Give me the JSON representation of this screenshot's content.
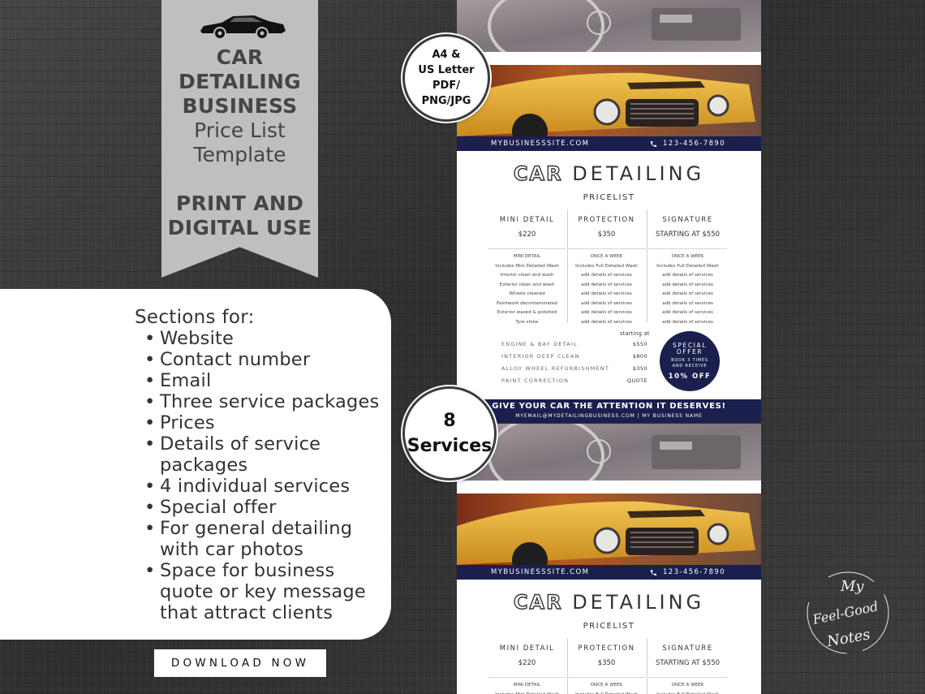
{
  "ribbon": {
    "line1": "CAR",
    "line2": "DETAILING",
    "line3": "BUSINESS",
    "line4": "Price List",
    "line5": "Template",
    "line6": "PRINT AND",
    "line7": "DIGITAL USE",
    "icon": "car-icon"
  },
  "sections": {
    "heading": "Sections for:",
    "items": [
      [
        "Website"
      ],
      [
        "Contact number"
      ],
      [
        "Email"
      ],
      [
        "Three service packages"
      ],
      [
        "Prices"
      ],
      [
        "Details of service",
        "packages"
      ],
      [
        "4 individual services"
      ],
      [
        "Special offer"
      ],
      [
        "For general detailing",
        "with car photos"
      ],
      [
        "Space for business",
        "quote or key message",
        "that attract clients"
      ]
    ]
  },
  "download_label": "DOWNLOAD NOW",
  "badge_format": {
    "line1": "A4 &",
    "line2": "US Letter",
    "line3": "PDF/",
    "line4": "PNG/JPG"
  },
  "badge_services": {
    "line1": "8",
    "line2": "Services"
  },
  "flyer": {
    "website": "MYBUSINESSSITE.COM",
    "phone": "123-456-7890",
    "title_bold": "CAR",
    "title_light": "DETAILING",
    "subtitle": "PRICELIST",
    "packages": [
      {
        "name": "MINI DETAIL",
        "price": "$220",
        "details": [
          "MINI DETAIL",
          "Includes Mini Detailed Wash",
          "Interior clean and wash",
          "Exterior clean and wash",
          "Wheels cleaned",
          "Paintwork decontaminated",
          "Exterior waxed & polished",
          "Tyre shine"
        ]
      },
      {
        "name": "PROTECTION",
        "price": "$350",
        "details": [
          "ONCE A WEEK",
          "Includes Full Detailed Wash",
          "add details of services",
          "add details of services",
          "add details of services",
          "add details of services",
          "add details of services",
          "add details of services"
        ]
      },
      {
        "name": "SIGNATURE",
        "price": "STARTING AT $550",
        "details": [
          "ONCE A WEEK",
          "Includes Full Detailed Wash",
          "add details of services",
          "add details of services",
          "add details of services",
          "add details of services",
          "add details of services",
          "add details of services"
        ]
      }
    ],
    "starting_at": "starting at",
    "services": [
      {
        "name": "ENGINE & BAY DETAIL",
        "price": "$550"
      },
      {
        "name": "INTERIOR DEEP CLEAN",
        "price": "$800"
      },
      {
        "name": "ALLOY WHEEL REFURBISHMENT",
        "price": "$350"
      },
      {
        "name": "PAINT CORRECTION",
        "price": "QUOTE"
      }
    ],
    "special": {
      "line1": "SPECIAL",
      "line2": "OFFER",
      "line3": "BOOK 3 TIMES",
      "line4": "AND RECEIVE",
      "line5": "10% OFF"
    },
    "footer_message": "GIVE YOUR CAR THE ATTENTION IT DESERVES!",
    "footer_contact": "MYEMAIL@MYDETAILINGBUSINESS.COM | MY BUSINESS NAME"
  },
  "signature": {
    "line1": "My",
    "line2": "Feel-Good",
    "line3": "Notes"
  },
  "colors": {
    "navy": "#1a1f4d",
    "ribbon": "#bfbfbf",
    "car_body": "#e0a42a"
  }
}
